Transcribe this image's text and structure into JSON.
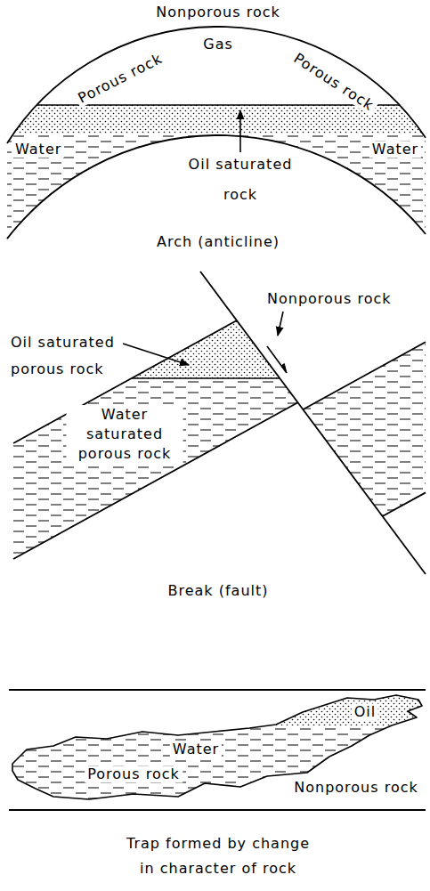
{
  "diagram": {
    "labels": [
      "Nonporous rock",
      "Gas",
      "Porous rock",
      "Porous rock",
      "Water",
      "Oil saturated rock",
      "Water",
      "Arch (anticline)",
      "Nonporous rock",
      "Oil saturated porous rock",
      "Water saturated porous rock",
      "Break (fault)",
      "Oil",
      "Water",
      "Porous rock",
      "Nonporous rock",
      "Trap formed by change in character of rock"
    ]
  }
}
